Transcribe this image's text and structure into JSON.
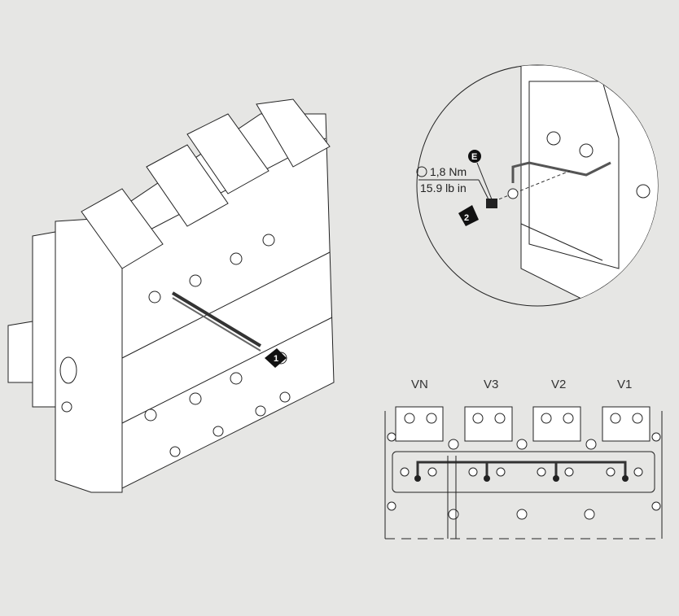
{
  "callout": {
    "torque_nm": "1,8 Nm",
    "torque_lbin": "15.9 lb in",
    "part_label": "E",
    "step_2": "2"
  },
  "main_view": {
    "step_1": "1"
  },
  "terminal_view": {
    "phase_labels": [
      "VN",
      "V3",
      "V2",
      "V1"
    ]
  }
}
